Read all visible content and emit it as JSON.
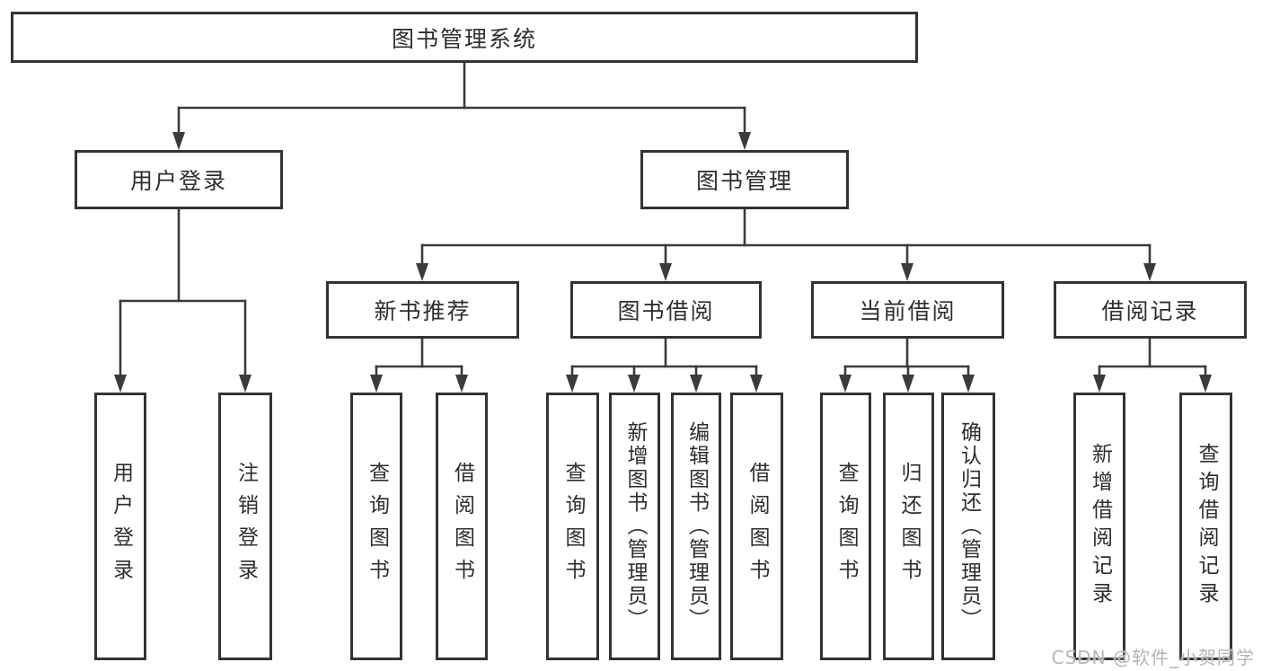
{
  "diagram": {
    "title_node": {
      "label": "图书管理系统"
    },
    "level2": [
      {
        "label": "用户登录"
      },
      {
        "label": "图书管理"
      }
    ],
    "level3": [
      {
        "label": "新书推荐",
        "parent": "图书管理"
      },
      {
        "label": "图书借阅",
        "parent": "图书管理"
      },
      {
        "label": "当前借阅",
        "parent": "图书管理"
      },
      {
        "label": "借阅记录",
        "parent": "图书管理"
      }
    ],
    "leaves": [
      {
        "group": "用户登录",
        "label": "用户登录"
      },
      {
        "group": "用户登录",
        "label": "注销登录"
      },
      {
        "group": "新书推荐",
        "label": "查询图书"
      },
      {
        "group": "新书推荐",
        "label": "借阅图书"
      },
      {
        "group": "图书借阅",
        "label": "查询图书"
      },
      {
        "group": "图书借阅",
        "label": "新增图书（管理员）"
      },
      {
        "group": "图书借阅",
        "label": "编辑图书（管理员）"
      },
      {
        "group": "图书借阅",
        "label": "借阅图书"
      },
      {
        "group": "当前借阅",
        "label": "查询图书"
      },
      {
        "group": "当前借阅",
        "label": "归还图书"
      },
      {
        "group": "当前借阅",
        "label": "确认归还（管理员）"
      },
      {
        "group": "借阅记录",
        "label": "新增借阅记录"
      },
      {
        "group": "借阅记录",
        "label": "查询借阅记录"
      }
    ]
  },
  "watermark": {
    "text": "CSDN @软件_小贺同学"
  },
  "colors": {
    "line": "#3b3b3b",
    "box_border": "#333333",
    "text": "#2e2e2e",
    "background": "#ffffff",
    "watermark": "#b5b5b5"
  }
}
